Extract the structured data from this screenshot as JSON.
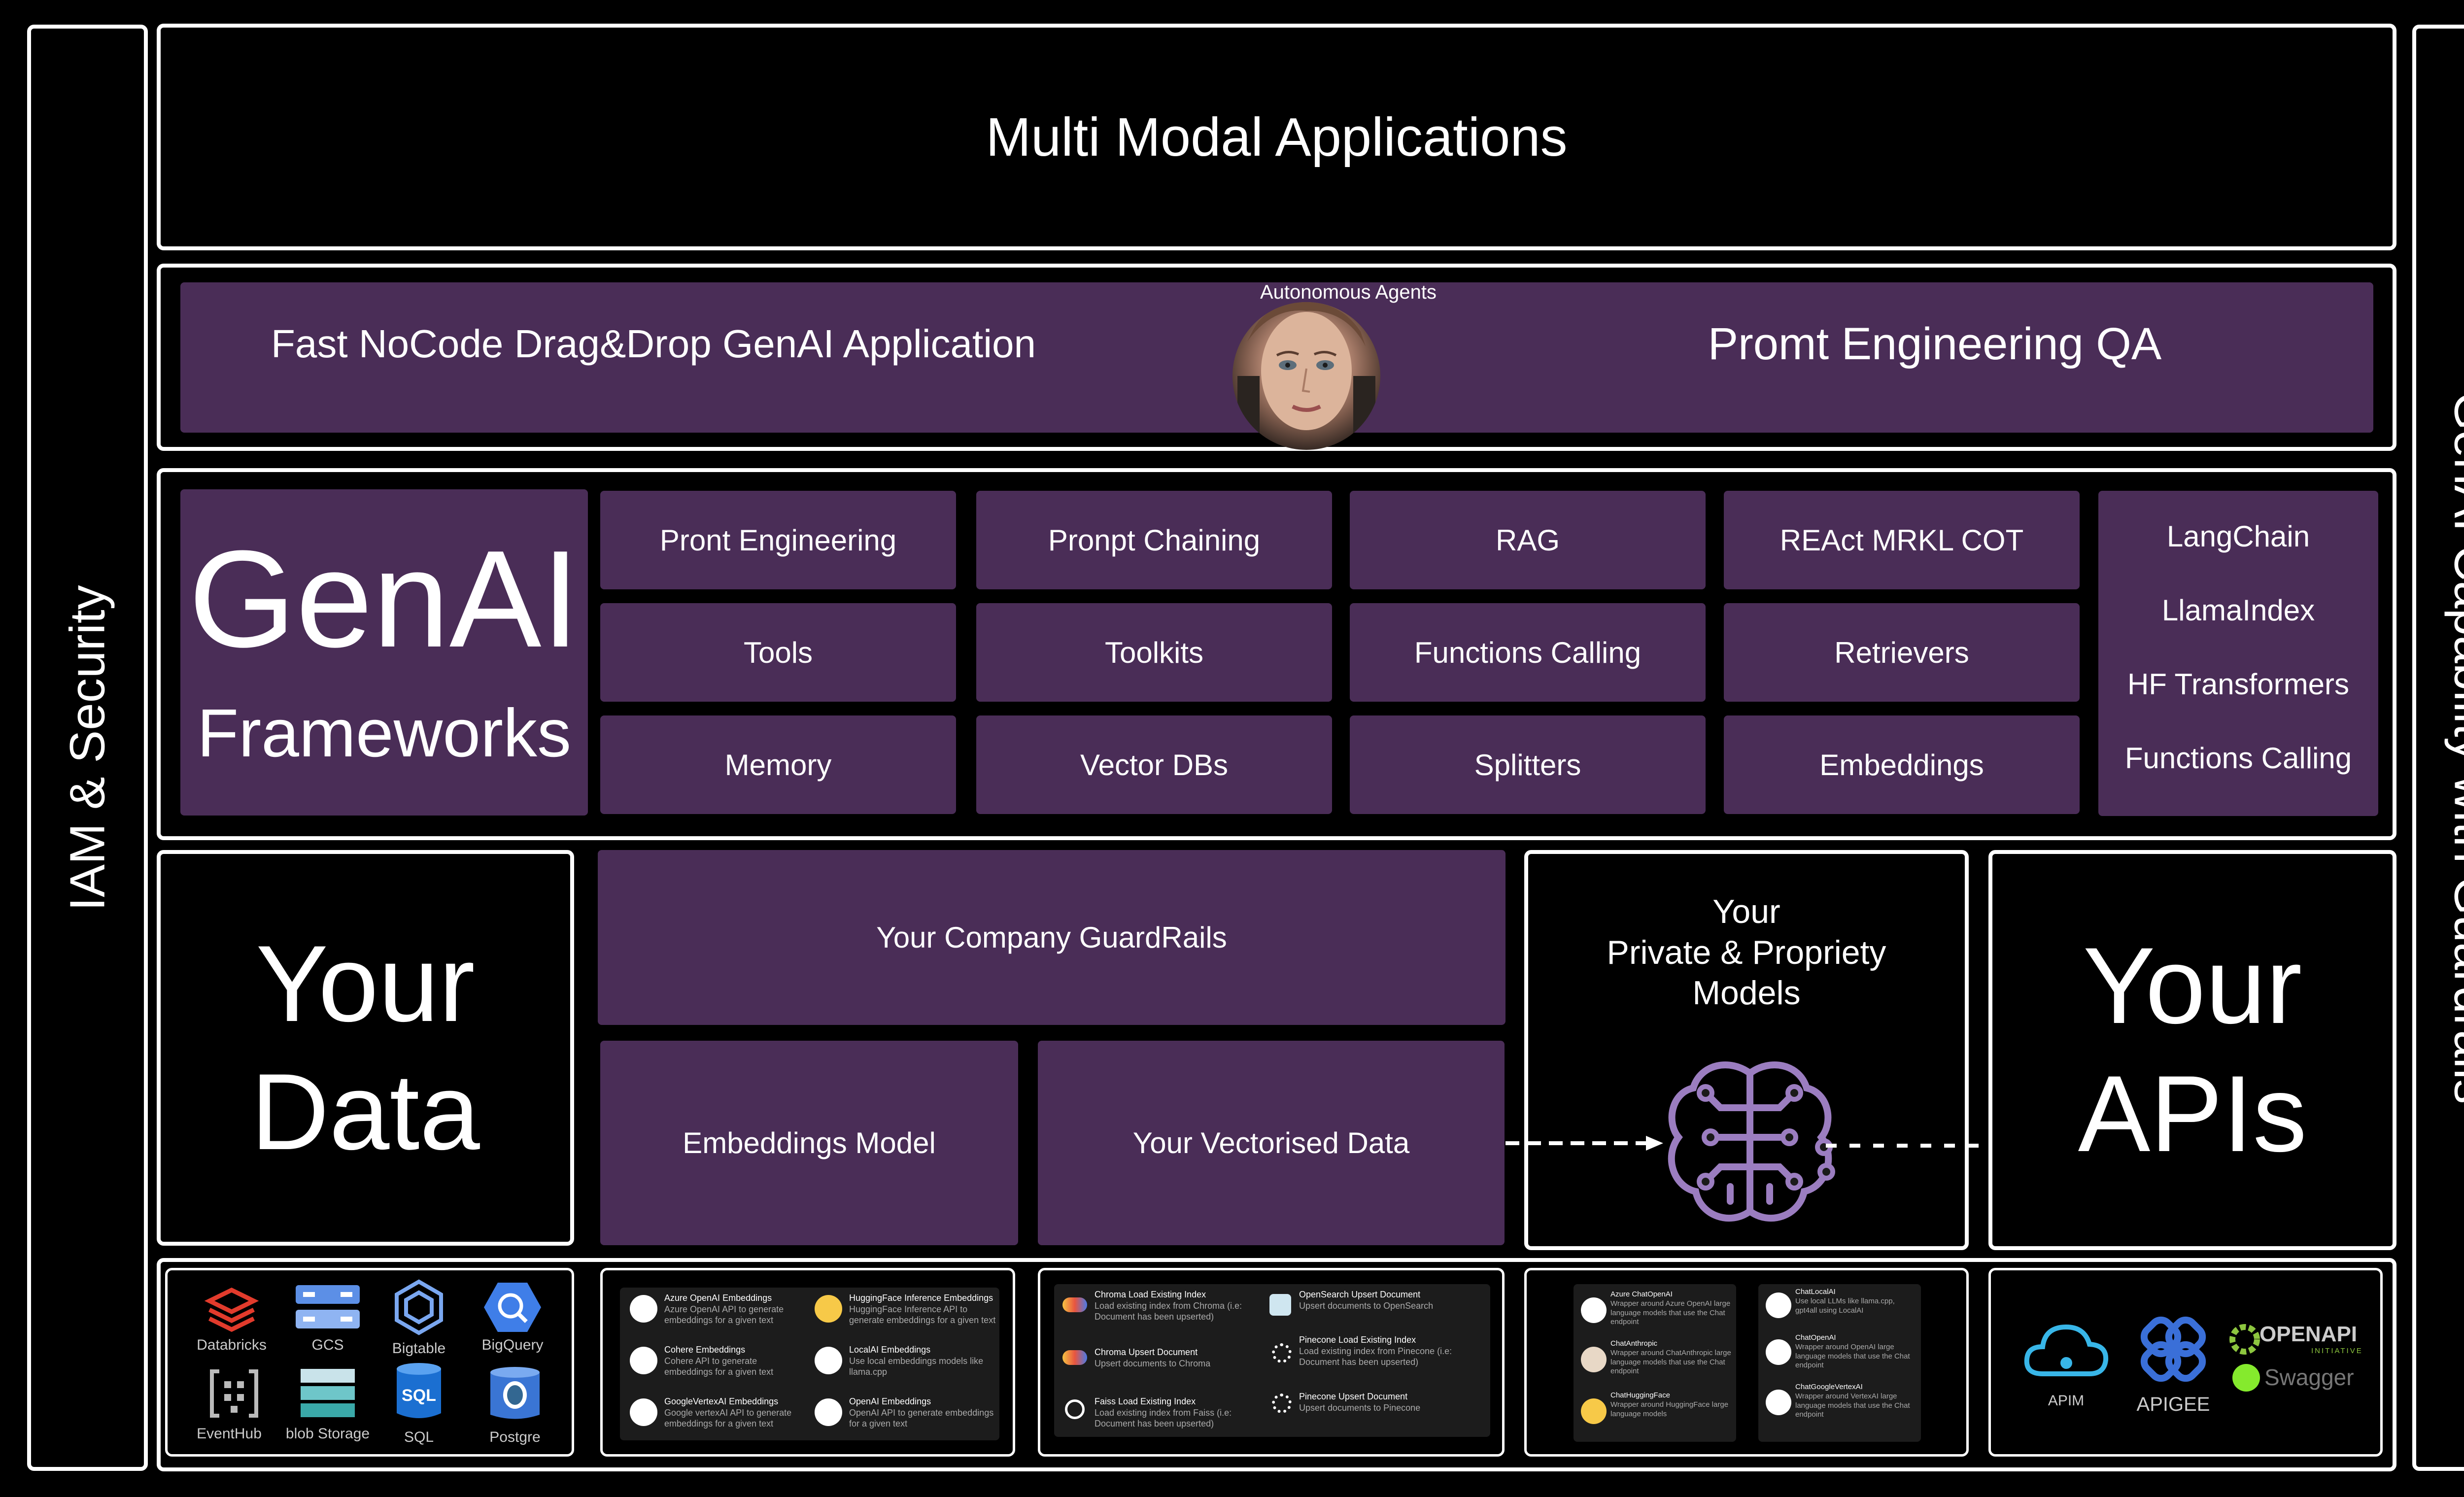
{
  "left_bar": {
    "label": "IAM & Security"
  },
  "right_bar": {
    "label": "GenAI Capability with Guardrails"
  },
  "top": {
    "title": "Multi Modal Applications"
  },
  "apps": {
    "left_label": "Fast NoCode Drag&Drop  GenAI Application",
    "right_label": "Promt Engineering QA",
    "agents_label": "Autonomous Agents"
  },
  "frameworks": {
    "title": "GenAI",
    "subtitle": "Frameworks",
    "columns": [
      [
        "Pront  Engineering",
        "Tools",
        "Memory"
      ],
      [
        "Pronpt Chaining",
        "Toolkits",
        "Vector DBs"
      ],
      [
        "RAG",
        "Functions Calling",
        "Splitters"
      ],
      [
        "REAct MRKL COT",
        "Retrievers",
        "Embeddings"
      ]
    ],
    "libraries": [
      "LangChain",
      "LlamaIndex",
      "HF Transformers",
      "Functions Calling"
    ]
  },
  "data": {
    "your_data": [
      "Your",
      "Data"
    ],
    "guardrails": "Your Company GuardRails",
    "embeddings_model": "Embeddings Model",
    "vectorised": "Your Vectorised Data",
    "private_models": [
      "Your",
      "Private & Propriety",
      "Models"
    ],
    "your_apis": [
      "Your",
      "APIs"
    ]
  },
  "sources": {
    "items": [
      "Databricks",
      "GCS",
      "Bigtable",
      "BigQuery",
      "EventHub",
      "blob Storage",
      "SQL",
      "Postgre"
    ]
  },
  "embeddings_list": {
    "items": [
      {
        "title": "Azure OpenAI Embeddings",
        "desc": "Azure OpenAI API to generate embeddings for a given text"
      },
      {
        "title": "HuggingFace Inference Embeddings",
        "desc": "HuggingFace Inference API to generate embeddings for a given text"
      },
      {
        "title": "Cohere Embeddings",
        "desc": "Cohere API to generate embeddings for a given text"
      },
      {
        "title": "LocalAI Embeddings",
        "desc": "Use local embeddings models like llama.cpp"
      },
      {
        "title": "GoogleVertexAI Embeddings",
        "desc": "Google vertexAI API to generate embeddings for a given text"
      },
      {
        "title": "OpenAI Embeddings",
        "desc": "OpenAI API to generate embeddings for a given text"
      }
    ]
  },
  "vector_list": {
    "items": [
      {
        "title": "Chroma Load Existing Index",
        "desc": "Load existing index from Chroma (i.e: Document has been upserted)"
      },
      {
        "title": "OpenSearch Upsert Document",
        "desc": "Upsert documents to OpenSearch"
      },
      {
        "title": "Chroma Upsert Document",
        "desc": "Upsert documents to Chroma"
      },
      {
        "title": "Pinecone Load Existing Index",
        "desc": "Load existing index from Pinecone (i.e: Document has been upserted)"
      },
      {
        "title": "Faiss Load Existing Index",
        "desc": "Load existing index from Faiss (i.e: Document has been upserted)"
      },
      {
        "title": "Pinecone Upsert Document",
        "desc": "Upsert documents to Pinecone"
      }
    ]
  },
  "chat_list": {
    "items": [
      {
        "title": "Azure ChatOpenAI",
        "desc": "Wrapper around Azure OpenAI large language models that use the Chat endpoint"
      },
      {
        "title": "ChatLocalAI",
        "desc": "Use local LLMs like llama.cpp, gpt4all using LocalAI"
      },
      {
        "title": "ChatAnthropic",
        "desc": "Wrapper around ChatAnthropic large language models that use the Chat endpoint"
      },
      {
        "title": "ChatOpenAI",
        "desc": "Wrapper around OpenAI large language models that use the Chat endpoint"
      },
      {
        "title": "ChatHuggingFace",
        "desc": "Wrapper around HuggingFace large language models"
      },
      {
        "title": "ChatGoogleVertexAI",
        "desc": "Wrapper around VertexAI large language models that use the Chat endpoint"
      }
    ]
  },
  "api_tools": {
    "items": [
      "APIM",
      "APIGEE",
      "OPENAPI",
      "INITIATIVE",
      "Swagger"
    ]
  },
  "colors": {
    "purple": "#4a2d57",
    "frame": "#ffffff",
    "background": "#000000"
  }
}
